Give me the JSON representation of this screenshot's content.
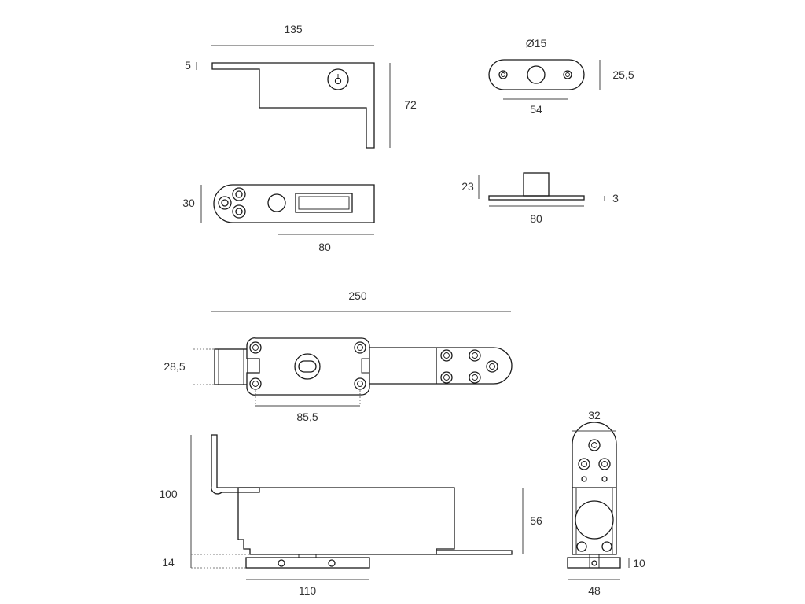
{
  "dimensions": {
    "top_bracket_width": "135",
    "top_bracket_thickness": "5",
    "top_bracket_height": "72",
    "top_plate_width": "30",
    "top_plate_length": "80",
    "pivot_plate_hole": "Ø15",
    "pivot_plate_height": "25,5",
    "pivot_plate_length": "54",
    "pivot_side_height": "23",
    "pivot_side_thickness": "3",
    "pivot_side_length": "80",
    "closer_total_length": "250",
    "closer_width": "28,5",
    "closer_hole_spacing": "85,5",
    "closer_height": "100",
    "closer_base_height": "14",
    "closer_base_length": "110",
    "closer_body_height": "56",
    "end_view_width": "32",
    "end_view_base_width": "48",
    "end_view_base_height": "10"
  }
}
